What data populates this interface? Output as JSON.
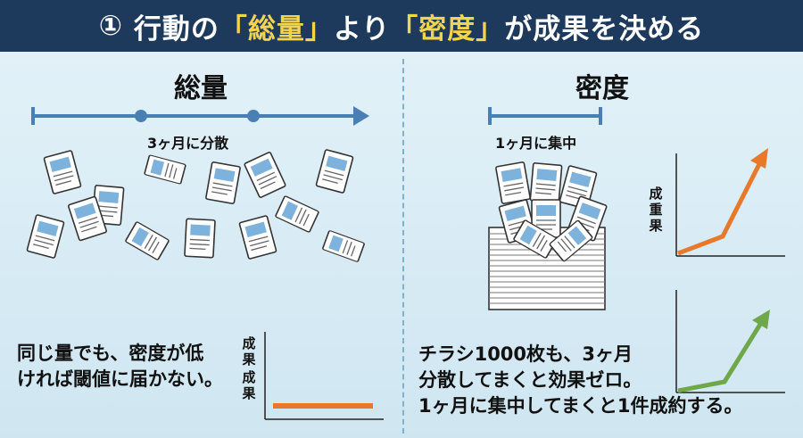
{
  "header": {
    "circle_num": "①",
    "part1": "行動の",
    "hl1": "「総量」",
    "part2": "より",
    "hl2": "「密度」",
    "part3": "が成果を決める"
  },
  "left": {
    "title": "総量",
    "timeline_label": "3ヶ月に分散",
    "chart_ylabel_1": "成果",
    "chart_ylabel_2": "成果",
    "text_line1": "同じ量でも、密度が低",
    "text_line2": "ければ閾値に届かない。"
  },
  "right": {
    "title": "密度",
    "timeline_label": "1ヶ月に集中",
    "chart_ylabel": "成重果",
    "text_line1": "チラシ1000枚も、3ヶ月",
    "text_line2": "分散してまくと効果ゼロ。",
    "text_line3": "1ヶ月に集中してまくと1件成約する。"
  },
  "colors": {
    "header_bg": "#1d3a5c",
    "highlight": "#f3d44e",
    "timeline": "#4a7fb3",
    "orange": "#e8792a",
    "green": "#6fa84a"
  }
}
